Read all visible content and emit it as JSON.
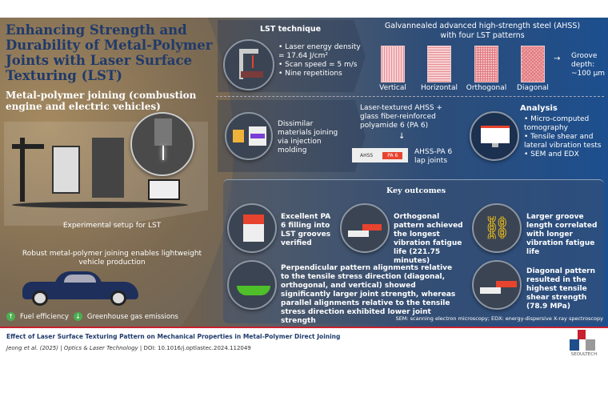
{
  "title": "Enhancing Strength and Durability of Metal-Polymer Joints with Laser Surface Texturing (LST)",
  "subtitle": "Metal-polymer joining (combustion engine and electric vehicles)",
  "setup_caption": "Experimental setup for LST",
  "vehicle_caption": "Robust metal-polymer joining enables lightweight vehicle production",
  "benefits": [
    {
      "label": "Fuel efficiency",
      "direction": "up"
    },
    {
      "label": "Greenhouse gas emissions",
      "direction": "down"
    }
  ],
  "lst": {
    "title": "LST technique",
    "bullets": [
      "Laser energy density = 17.64 J/cm²",
      "Scan speed = 5 m/s",
      "Nine repetitions"
    ]
  },
  "ahss": {
    "title": "Galvannealed advanced high-strength steel (AHSS) with four LST patterns",
    "patterns": [
      "Vertical",
      "Horizontal",
      "Orthogonal",
      "Diagonal"
    ],
    "groove": "Groove depth: ~100 µm"
  },
  "joining": {
    "text": "Dissimilar materials joining via injection molding",
    "materials": "Laser-textured AHSS + glass fiber-reinforced polyamide 6 (PA 6)",
    "bar_left": "AHSS",
    "bar_right": "PA 6",
    "lap": "AHSS-PA 6 lap joints"
  },
  "analysis": {
    "title": "Analysis",
    "bullets": [
      "Micro-computed tomography",
      "Tensile shear and lateral vibration tests",
      "SEM and EDX"
    ]
  },
  "outcomes": {
    "title": "Key outcomes",
    "items": [
      "Excellent PA 6 filling into LST grooves verified",
      "Orthogonal pattern achieved the longest vibration fatigue life (221.75 minutes)",
      "Larger groove length correlated with longer vibration fatigue life",
      "Perpendicular pattern alignments relative to the tensile stress direction (diagonal, orthogonal, and vertical) showed significantly larger joint strength, whereas parallel alignments relative to the tensile stress direction exhibited lower joint strength",
      "Diagonal pattern resulted in the highest tensile shear strength (78.9 MPa)"
    ],
    "footnote": "SEM: scanning electron microscopy; EDX: energy-dispersive X-ray spectroscopy"
  },
  "footer": {
    "paper_title": "Effect of Laser Surface Texturing Pattern on Mechanical Properties in Metal-Polymer Direct Joining",
    "authors": "Jeong et al. (2025)",
    "journal": "Optics & Laser Technology",
    "doi": "DOI: 10.1016/j.optlastec.2024.112049",
    "sep": "|",
    "logo": "SEOULTECH"
  },
  "colors": {
    "title": "#1f3a6b",
    "accent_red": "#e8432e",
    "footer_line": "#c8202f"
  }
}
